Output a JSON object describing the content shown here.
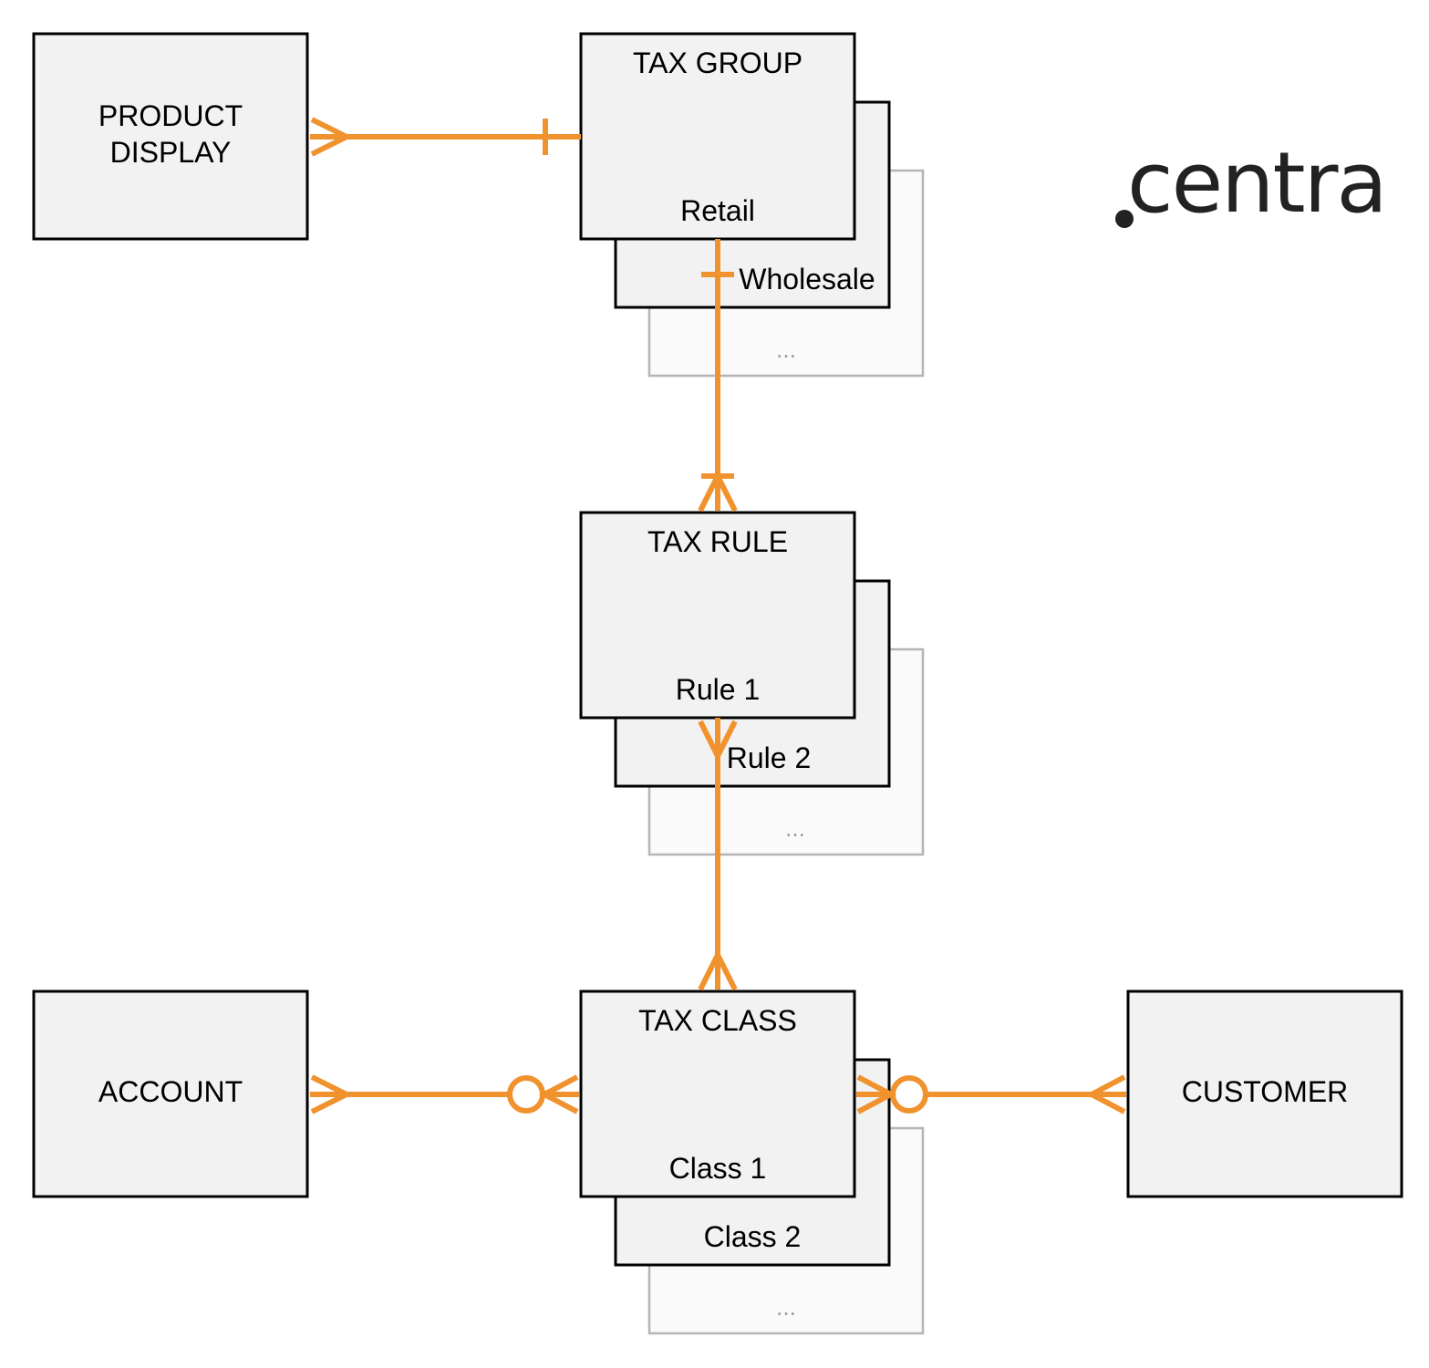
{
  "colors": {
    "connector": "#f0922e",
    "box_fill": "#f2f2f2",
    "box_stroke": "#000000",
    "ghost_stroke": "#b5b5b5",
    "logo": "#222222"
  },
  "logo": {
    "text": "centra"
  },
  "entities": {
    "product_display": {
      "line1": "PRODUCT",
      "line2": "DISPLAY"
    },
    "tax_group": {
      "title": "TAX GROUP",
      "item1": "Retail",
      "item2": "Wholesale",
      "more": "..."
    },
    "tax_rule": {
      "title": "TAX RULE",
      "item1": "Rule 1",
      "item2": "Rule 2",
      "more": "..."
    },
    "tax_class": {
      "title": "TAX CLASS",
      "item1": "Class 1",
      "item2": "Class 2",
      "more": "..."
    },
    "account": {
      "label": "ACCOUNT"
    },
    "customer": {
      "label": "CUSTOMER"
    }
  },
  "relationships": [
    {
      "from": "PRODUCT DISPLAY",
      "from_end": "many",
      "to": "TAX GROUP",
      "to_end": "one"
    },
    {
      "from": "TAX GROUP",
      "from_end": "one",
      "to": "TAX RULE",
      "to_end": "one-or-many"
    },
    {
      "from": "TAX RULE",
      "from_end": "many",
      "to": "TAX CLASS",
      "to_end": "many"
    },
    {
      "from": "ACCOUNT",
      "from_end": "many",
      "to": "TAX CLASS",
      "to_end": "zero-or-many"
    },
    {
      "from": "CUSTOMER",
      "from_end": "many",
      "to": "TAX CLASS",
      "to_end": "zero-or-many"
    }
  ]
}
